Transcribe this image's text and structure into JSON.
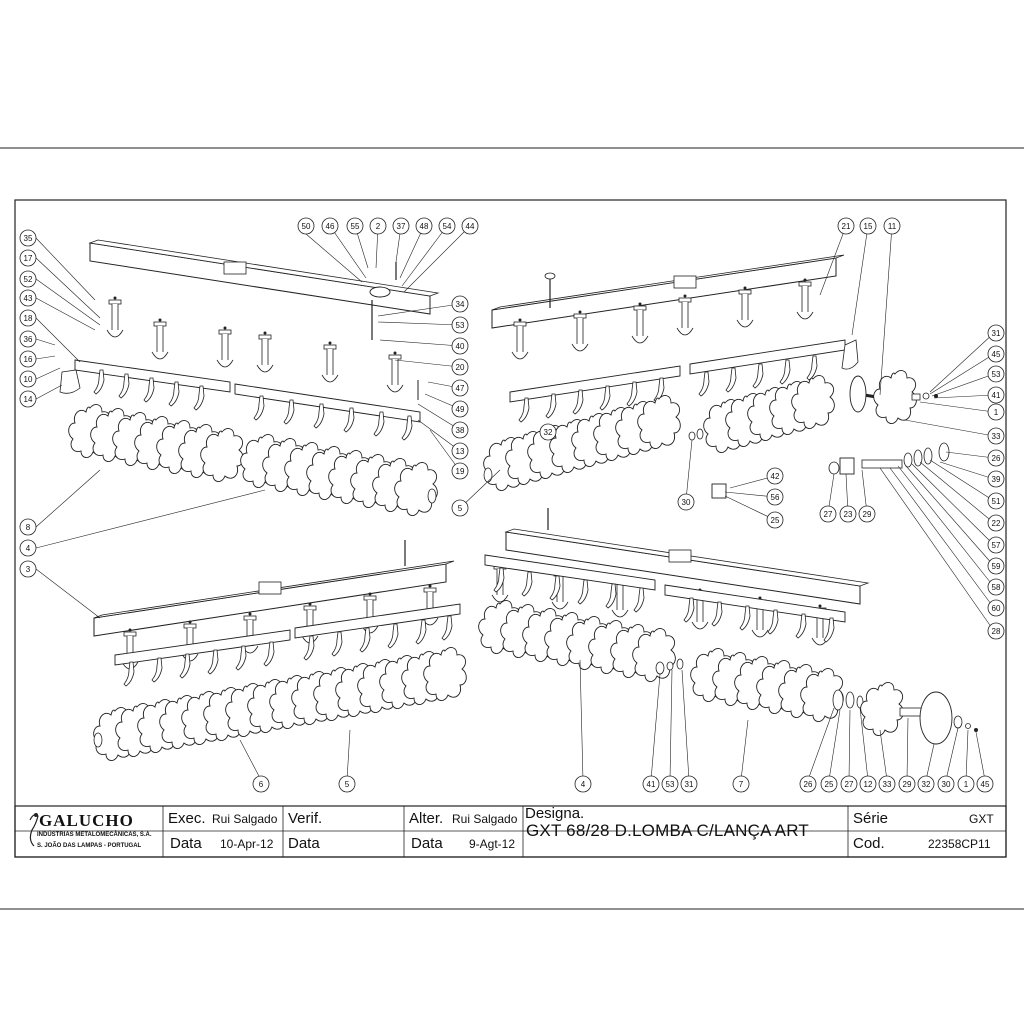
{
  "part_numbers": {
    "top_center": [
      "50",
      "46",
      "55",
      "2",
      "37",
      "48",
      "54",
      "44"
    ],
    "left_column_top": [
      "35",
      "17",
      "52",
      "43",
      "18",
      "36",
      "16",
      "10",
      "14"
    ],
    "center_right_group": [
      "34",
      "53",
      "40",
      "20",
      "47",
      "49",
      "38",
      "13",
      "19"
    ],
    "top_right": [
      "21",
      "15",
      "11"
    ],
    "right_column": [
      "31",
      "45",
      "53",
      "41",
      "1",
      "33",
      "26",
      "39",
      "51",
      "22",
      "57",
      "59",
      "58",
      "60",
      "28"
    ],
    "middle_parts": [
      "42",
      "56",
      "25",
      "30",
      "27",
      "23",
      "29"
    ],
    "left_middle": [
      "8",
      "4",
      "3"
    ],
    "center_labels": [
      "5",
      "32"
    ],
    "bottom_row": [
      "6",
      "5",
      "4",
      "41",
      "53",
      "31",
      "7",
      "26",
      "25",
      "27",
      "12",
      "33",
      "29",
      "32",
      "30",
      "1",
      "45"
    ]
  },
  "title_block": {
    "company": "GALUCHO",
    "company_sub1": "INDÚSTRIAS METALOMECÂNICAS, S.A.",
    "company_sub2": "S. JOÃO DAS LAMPAS - PORTUGAL",
    "exec_label": "Exec.",
    "exec_value": "Rui Salgado",
    "data_label_1": "Data",
    "data_value_1": "10-Apr-12",
    "verif_label": "Verif.",
    "data_label_2": "Data",
    "alter_label": "Alter.",
    "alter_value": "Rui Salgado",
    "data_label_3": "Data",
    "data_value_3": "9-Agt-12",
    "designa_label": "Designa.",
    "designa_value": "GXT 68/28 D.LOMBA C/LANÇA ART",
    "serie_label": "Série",
    "serie_value": "GXT",
    "cod_label": "Cod.",
    "cod_value": "22358CP11"
  }
}
